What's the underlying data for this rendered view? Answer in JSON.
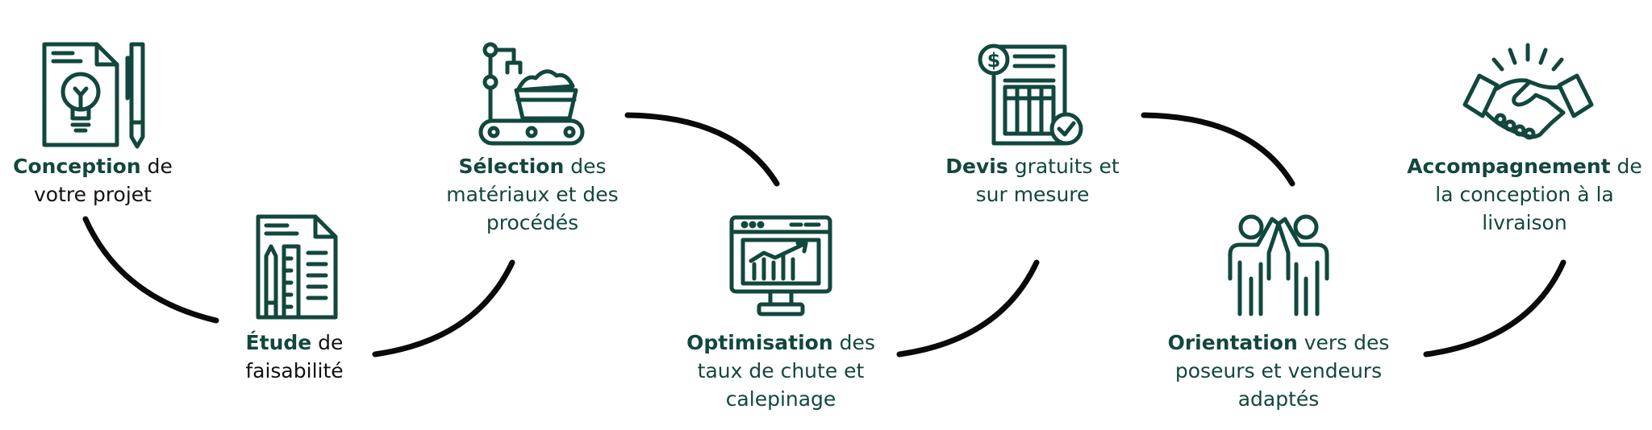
{
  "colors": {
    "accent": "#12473d",
    "text": "#111111",
    "connector": "#0a0a0a"
  },
  "steps": [
    {
      "icon": "lightbulb-document-pencil-icon",
      "bold": "Conception",
      "rest": " de",
      "line2": "votre projet",
      "line3": ""
    },
    {
      "icon": "document-ruler-icon",
      "bold": "Étude",
      "rest": " de",
      "line2": "faisabilité",
      "line3": ""
    },
    {
      "icon": "factory-robot-arm-conveyor-icon",
      "bold": "Sélection",
      "rest": " des",
      "line2": "matériaux et des",
      "line3": "procédés"
    },
    {
      "icon": "monitor-bar-chart-icon",
      "bold": "Optimisation",
      "rest": " des",
      "line2": "taux de chute et",
      "line3": "calepinage"
    },
    {
      "icon": "invoice-dollar-check-icon",
      "bold": "Devis",
      "rest": " gratuits et",
      "line2": "sur mesure",
      "line3": ""
    },
    {
      "icon": "people-high-five-icon",
      "bold": "Orientation",
      "rest": " vers des",
      "line2": "poseurs et vendeurs",
      "line3": "adaptés"
    },
    {
      "icon": "handshake-icon",
      "bold": "Accompagnement",
      "rest": " de",
      "line2": "la conception à la",
      "line3": "livraison"
    }
  ]
}
